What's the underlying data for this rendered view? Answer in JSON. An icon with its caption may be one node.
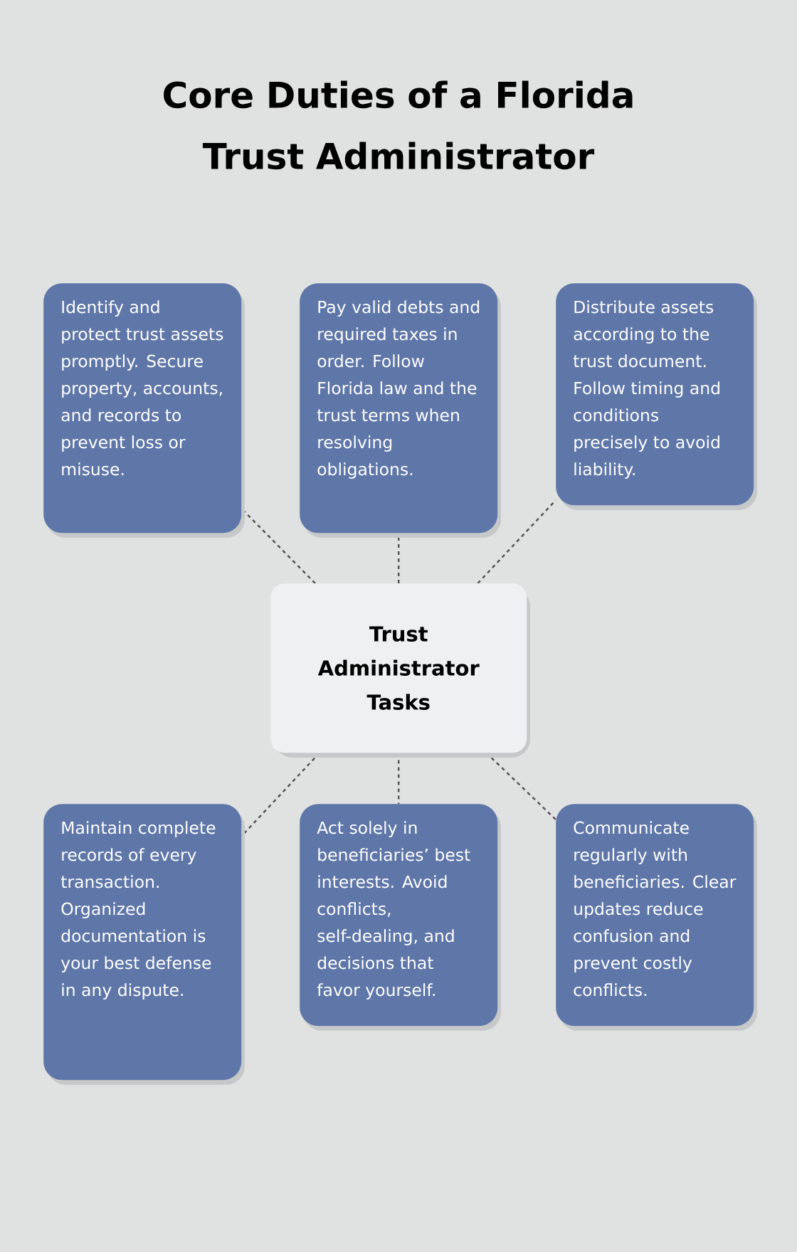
{
  "diagram": {
    "title": "Core Duties of a Florida Trust Administrator",
    "nodes": [
      {
        "text": [
          "Identify and protect trust assets promptly. Secure property, accounts, and records to prevent loss or misuse."
        ]
      },
      {
        "text": [
          "Pay valid debts and required taxes in order. Follow Florida law and the trust terms when resolving obligations."
        ]
      },
      {
        "text": [
          "Distribute assets according to the trust document. Follow timing and conditions precisely to avoid liability."
        ]
      },
      {
        "text": [
          "Trust Administrator Tasks"
        ]
      },
      {
        "text": [
          "Maintain complete records of every transaction. Organized documentation is your best defense in any dispute."
        ]
      },
      {
        "text": [
          "Act solely in beneficiaries’ best interests. Avoid conflicts, self-dealing, and decisions that favor yourself."
        ]
      },
      {
        "text": [
          "Communicate regularly with beneficiaries. Clear updates reduce confusion and prevent costly conflicts."
        ]
      }
    ],
    "edges": [
      {
        "from": 3,
        "to": 0,
        "arrow": "none",
        "style": "dashed"
      },
      {
        "from": 3,
        "to": 1,
        "arrow": "none",
        "style": "dashed"
      },
      {
        "from": 3,
        "to": 2,
        "arrow": "none",
        "style": "dashed"
      },
      {
        "from": 3,
        "to": 4,
        "arrow": "none",
        "style": "dashed"
      },
      {
        "from": 3,
        "to": 5,
        "arrow": "none",
        "style": "dashed"
      },
      {
        "from": 3,
        "to": 6,
        "arrow": "none",
        "style": "dashed"
      }
    ]
  }
}
